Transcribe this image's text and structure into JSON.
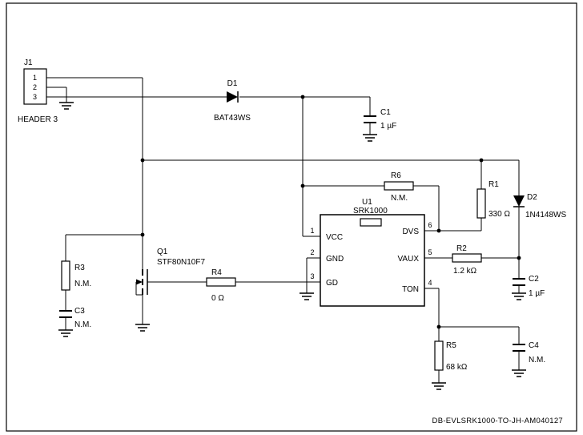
{
  "title_block": {
    "doc_number": "DB-EVLSRK1000-TO-JH-AM040127"
  },
  "colors": {
    "wire": "#000000",
    "sheet": "#ffffff",
    "text": "#000000"
  },
  "components": {
    "j1": {
      "ref": "J1",
      "value": "HEADER 3",
      "pins": [
        "1",
        "2",
        "3"
      ]
    },
    "d1": {
      "ref": "D1",
      "value": "BAT43WS"
    },
    "d2": {
      "ref": "D2",
      "value": "1N4148WS"
    },
    "c1": {
      "ref": "C1",
      "value": "1 µF"
    },
    "c2": {
      "ref": "C2",
      "value": "1 µF"
    },
    "c3": {
      "ref": "C3",
      "value": "N.M."
    },
    "c4": {
      "ref": "C4",
      "value": "N.M."
    },
    "r1": {
      "ref": "R1",
      "value": "330 Ω"
    },
    "r2": {
      "ref": "R2",
      "value": "1.2 kΩ"
    },
    "r3": {
      "ref": "R3",
      "value": "N.M."
    },
    "r4": {
      "ref": "R4",
      "value": "0 Ω"
    },
    "r5": {
      "ref": "R5",
      "value": "68 kΩ"
    },
    "r6": {
      "ref": "R6",
      "value": "N.M."
    },
    "q1": {
      "ref": "Q1",
      "value": "STF80N10F7"
    },
    "u1": {
      "ref": "U1",
      "value": "SRK1000",
      "pins": {
        "vcc": {
          "num": "1",
          "name": "VCC"
        },
        "gnd": {
          "num": "2",
          "name": "GND"
        },
        "gd": {
          "num": "3",
          "name": "GD"
        },
        "ton": {
          "num": "4",
          "name": "TON"
        },
        "vaux": {
          "num": "5",
          "name": "VAUX"
        },
        "dvs": {
          "num": "6",
          "name": "DVS"
        }
      }
    }
  }
}
